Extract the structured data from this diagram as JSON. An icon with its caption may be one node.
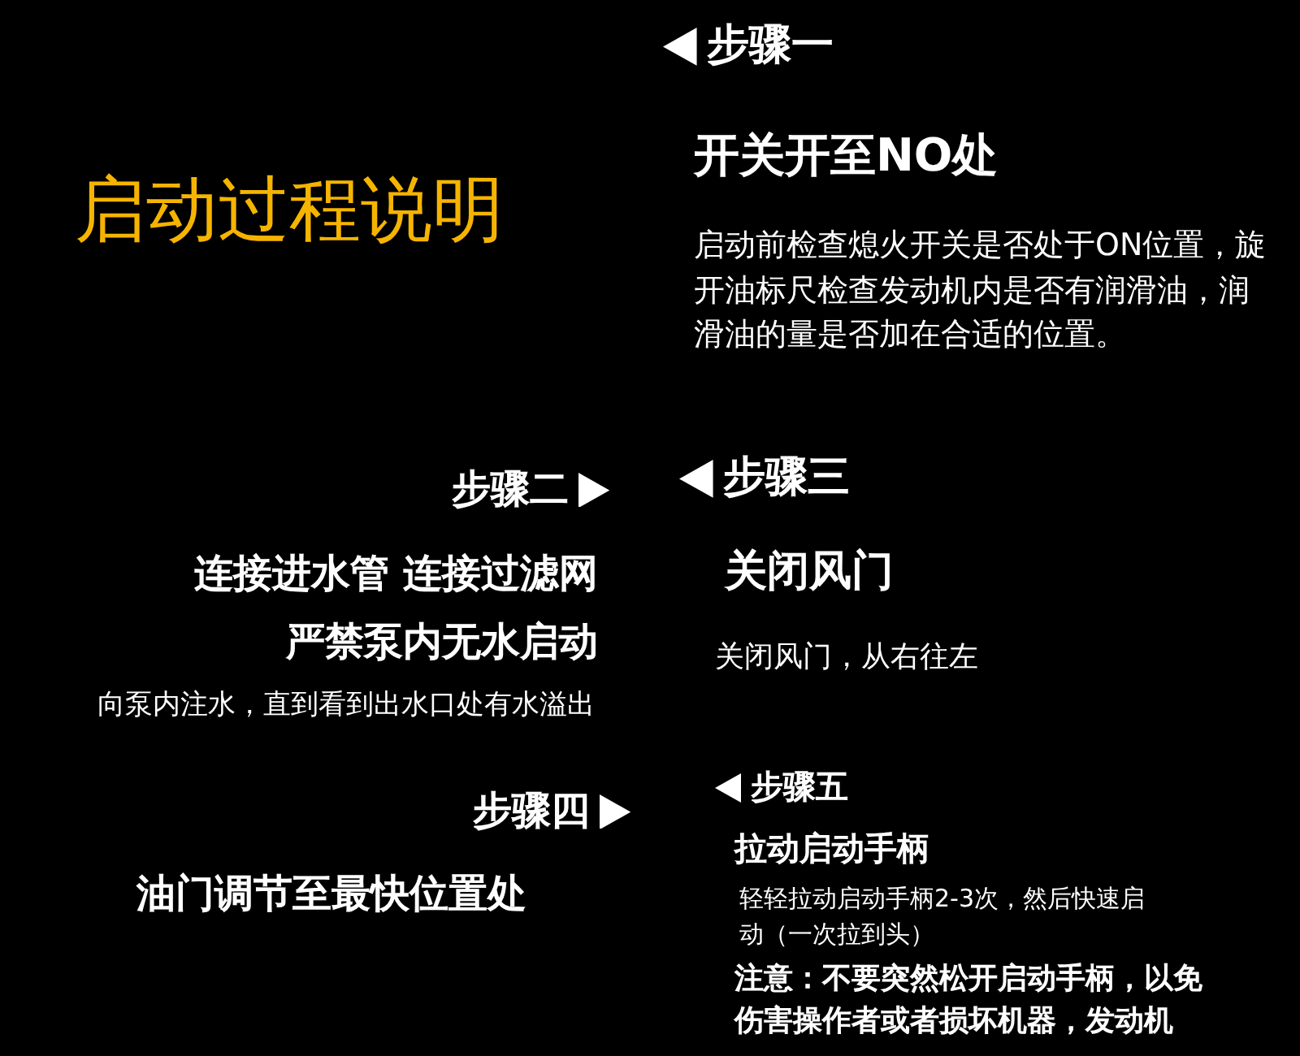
{
  "diagram": {
    "title": "启动过程说明",
    "labels": [
      "步骤一",
      "开关开至NO处",
      "启动前检查熄火开关是否处于ON位置，旋开油标尺检查发动机内是否有润滑油，润滑油的量是否加在合适的位置。",
      "步骤二",
      "步骤三",
      "连接进水管 连接过滤网",
      "关闭风门",
      "严禁泵内无水启动",
      "关闭风门，从右往左",
      "向泵内注水，直到看到出水口处有水溢出",
      "步骤四",
      "步骤五",
      "拉动启动手柄",
      "油门调节至最快位置处",
      "轻轻拉动启动手柄2-3次，然后快速启动（一次拉到头）",
      "注意：不要突然松开启动手柄，以免伤害操作者或者损坏机器，发动机"
    ]
  }
}
